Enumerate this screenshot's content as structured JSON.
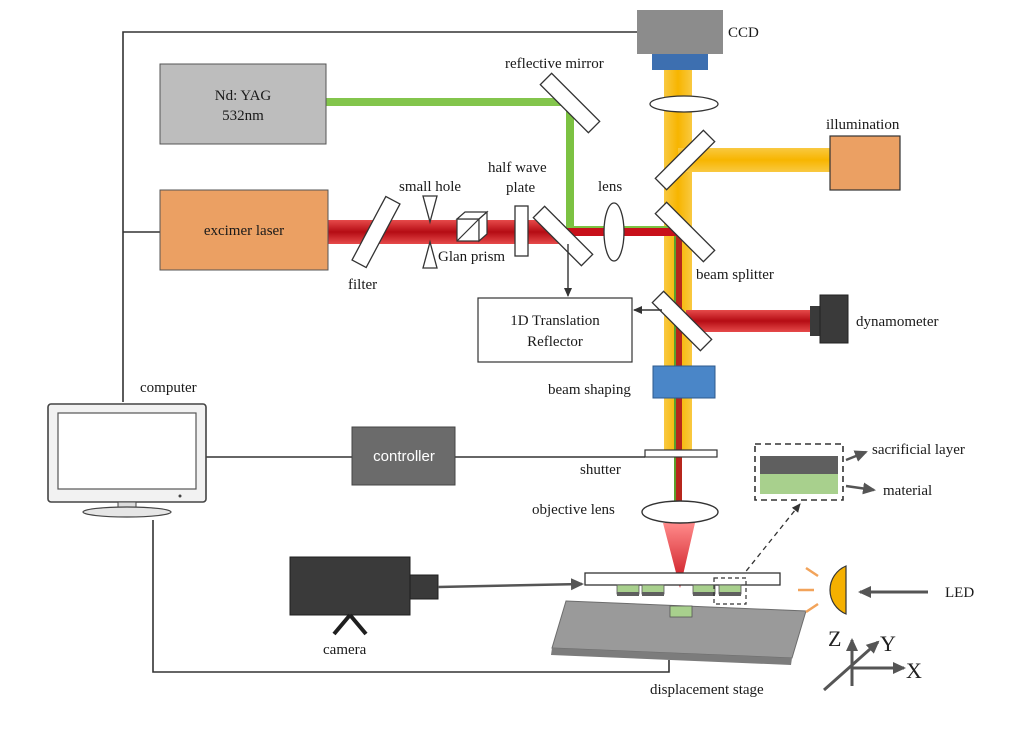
{
  "labels": {
    "ccd": "CCD",
    "reflective_mirror": "reflective mirror",
    "nd_yag_line1": "Nd: YAG",
    "nd_yag_line2": "532nm",
    "illumination": "illumination",
    "half_wave_line1": "half wave",
    "half_wave_line2": "plate",
    "small_hole": "small hole",
    "lens": "lens",
    "excimer_laser": "excimer laser",
    "glan_prism": "Glan prism",
    "filter": "filter",
    "beam_splitter": "beam splitter",
    "translation_line1": "1D Translation",
    "translation_line2": "Reflector",
    "dynamometer": "dynamometer",
    "computer": "computer",
    "beam_shaping": "beam shaping",
    "controller": "controller",
    "shutter": "shutter",
    "sacrificial_layer": "sacrificial layer",
    "material": "material",
    "objective_lens": "objective lens",
    "led": "LED",
    "camera": "camera",
    "displacement_stage": "displacement stage",
    "axis_z": "Z",
    "axis_y": "Y",
    "axis_x": "X"
  },
  "colors": {
    "green_beam": "#7cc242",
    "red_beam": "#c8101a",
    "yellow_beam": "#f7b500",
    "laser_box": "#eba063",
    "nd_yag_box": "#bdbdbd",
    "ccd_body": "#8c8c8c",
    "ccd_window": "#3d6fb0",
    "controller_box": "#6b6b6b",
    "beam_shaping": "#4a86c8",
    "dark_device": "#3a3a3a",
    "stage": "#9a9a9a",
    "sacrificial": "#5f5f5f",
    "material": "#a8d08d",
    "led": "#f5b000"
  },
  "icons": [
    "ccd-camera-icon",
    "monitor-icon",
    "camera-on-tripod-icon",
    "led-icon",
    "dynamometer-icon",
    "axes-icon"
  ]
}
